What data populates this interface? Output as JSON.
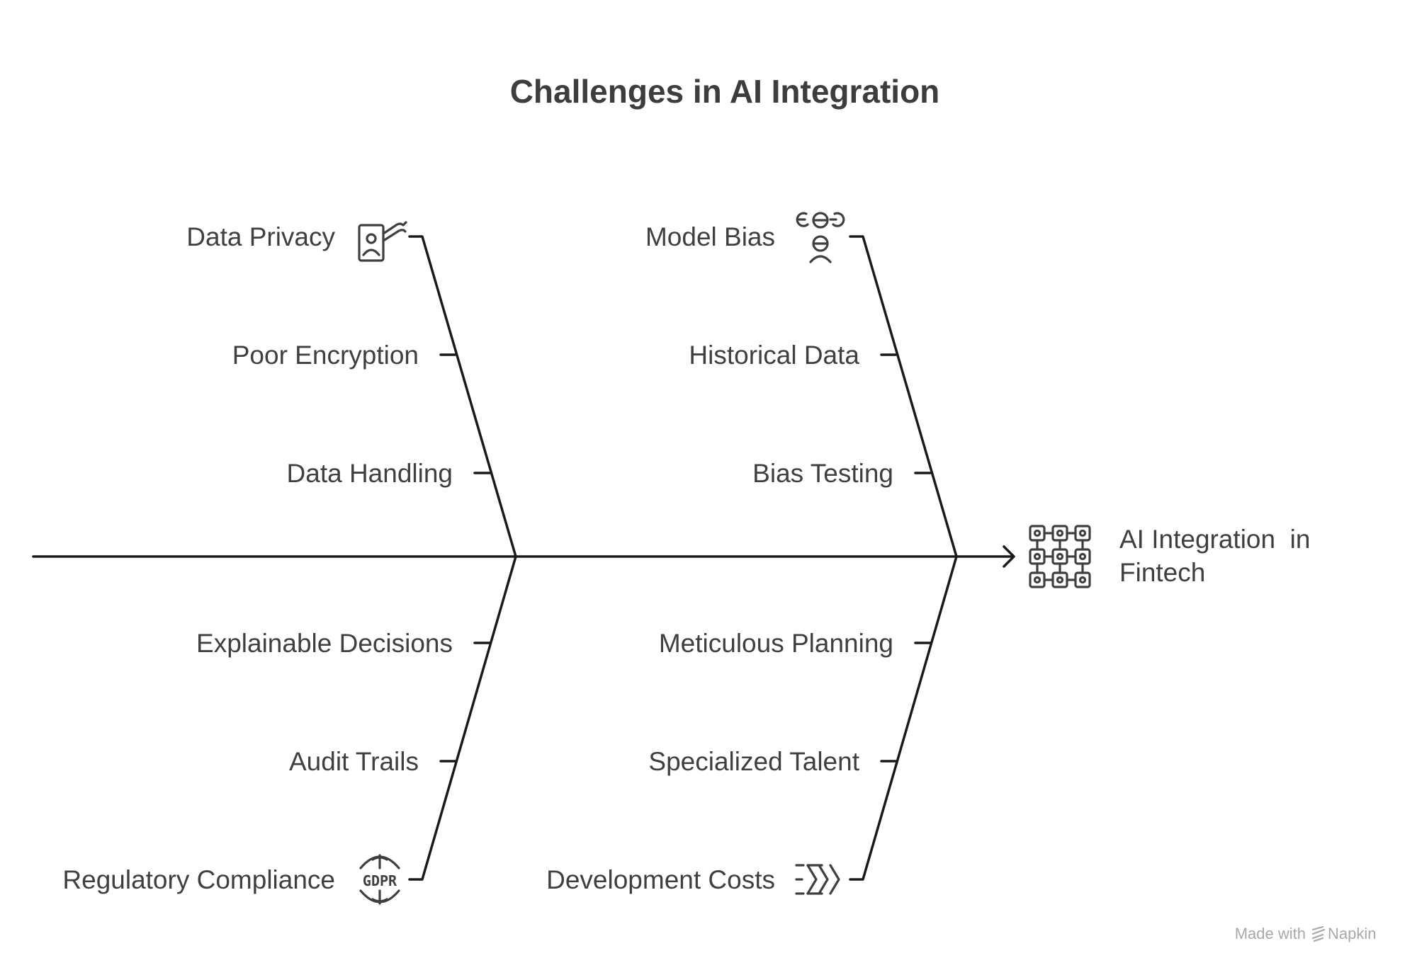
{
  "title": "Challenges in AI Integration",
  "head": {
    "line1": "AI Integration  in",
    "line2": "Fintech",
    "icon": "circuit-grid-icon"
  },
  "branches": {
    "data_privacy": {
      "label": "Data Privacy",
      "icon": "id-card-icon",
      "causes": [
        "Poor Encryption",
        "Data Handling"
      ]
    },
    "model_bias": {
      "label": "Model Bias",
      "icon": "bias-faces-icon",
      "causes": [
        "Historical Data",
        "Bias Testing"
      ]
    },
    "regulatory_compliance": {
      "label": "Regulatory Compliance",
      "icon": "gdpr-globe-icon",
      "icon_text": "GDPR",
      "causes": [
        "Explainable Decisions",
        "Audit Trails"
      ]
    },
    "development_costs": {
      "label": "Development Costs",
      "icon": "chevrons-icon",
      "causes": [
        "Meticulous Planning",
        "Specialized Talent"
      ]
    }
  },
  "footer": {
    "made_with": "Made with",
    "brand": "Napkin"
  }
}
